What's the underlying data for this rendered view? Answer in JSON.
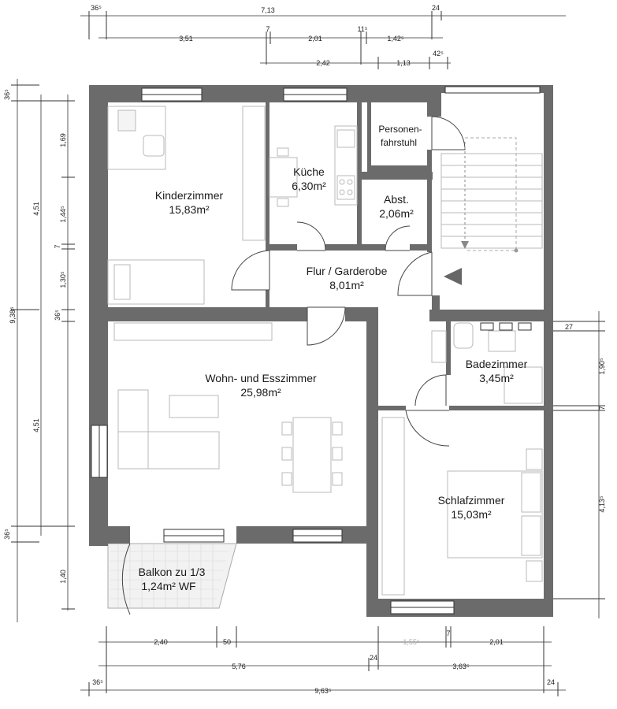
{
  "rooms": {
    "kinderzimmer": {
      "name": "Kinderzimmer",
      "area": "15,83m²"
    },
    "kueche": {
      "name": "Küche",
      "area": "6,30m²"
    },
    "personenfahrstuhl": {
      "name_1": "Personen-",
      "name_2": "fahrstuhl"
    },
    "abst": {
      "name": "Abst.",
      "area": "2,06m²"
    },
    "flur": {
      "name": "Flur / Garderobe",
      "area": "8,01m²"
    },
    "wohnzimmer": {
      "name": "Wohn- und Esszimmer",
      "area": "25,98m²"
    },
    "badezimmer": {
      "name": "Badezimmer",
      "area": "3,45m²"
    },
    "schlafzimmer": {
      "name": "Schlafzimmer",
      "area": "15,03m²"
    },
    "balkon": {
      "name": "Balkon zu 1/3",
      "area": "1,24m² WF"
    }
  },
  "dimensions": {
    "top": {
      "row1": [
        "36⁵",
        "7,13",
        "24"
      ],
      "row2": [
        "3,51",
        "7",
        "2,01",
        "11⁵",
        "1,42⁵"
      ],
      "row3": [
        "2,42",
        "1,13",
        "42⁵"
      ]
    },
    "left": {
      "outer": [
        "36⁵",
        "9,38⁵",
        "36⁵"
      ],
      "mid": [
        "4,51",
        "4,51"
      ],
      "inner": [
        "1,69",
        "1,44⁵",
        "7",
        "1,30⁵",
        "36⁵",
        "1,40"
      ]
    },
    "right": [
      "27",
      "1,90⁵",
      "7",
      "4,13⁵"
    ],
    "bottom": {
      "row1": [
        "2,40",
        "50",
        "1,55⁵",
        "7",
        "2,01"
      ],
      "row2": [
        "5,76",
        "24",
        "3,63⁵"
      ],
      "row3": [
        "36⁵",
        "9,63⁵",
        "24"
      ]
    }
  }
}
